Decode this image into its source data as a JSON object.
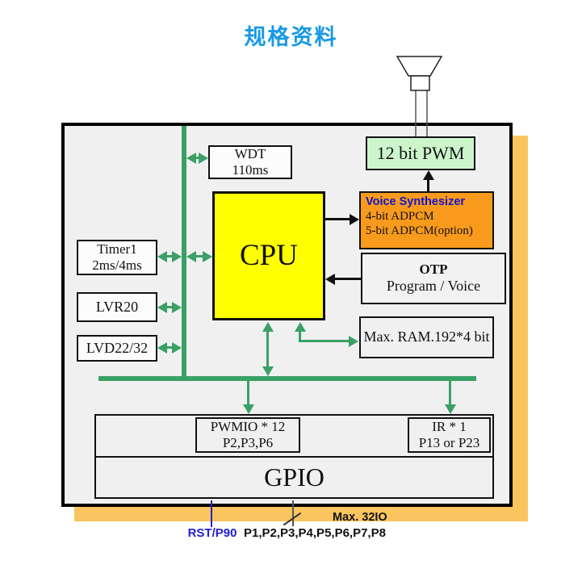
{
  "title": "规格资料",
  "colors": {
    "title_blue": "#1899E6",
    "bus_green": "#3AA065",
    "cpu_yellow": "#FFFF00",
    "pwm_green": "#CCF5CC",
    "voice_orange": "#F89A1C",
    "voice_title_blue": "#1414CC",
    "frame_shadow_orange": "#FAC55F",
    "frame_bg_gray": "#F0F0F0",
    "rst_blue": "#2020CC"
  },
  "blocks": {
    "wdt": {
      "line1": "WDT",
      "line2": "110ms"
    },
    "pwm": {
      "label": "12 bit PWM"
    },
    "cpu": {
      "label": "CPU"
    },
    "voice": {
      "title": "Voice Synthesizer",
      "line1": "4-bit ADPCM",
      "line2": "5-bit ADPCM(option)"
    },
    "otp": {
      "line1": "OTP",
      "line2": "Program / Voice"
    },
    "ram": {
      "label": "Max. RAM.192*4 bit"
    },
    "timer1": {
      "line1": "Timer1",
      "line2": "2ms/4ms"
    },
    "lvr": {
      "label": "LVR20"
    },
    "lvd": {
      "label": "LVD22/32"
    },
    "pwmio": {
      "line1": "PWMIO * 12",
      "line2": "P2,P3,P6"
    },
    "ir": {
      "line1": "IR * 1",
      "line2": "P13 or P23"
    },
    "gpio": {
      "label": "GPIO"
    }
  },
  "footer": {
    "rst": "RST/P90",
    "ports": "P1,P2,P3,P4,P5,P6,P7,P8",
    "max_io": "Max. 32IO"
  }
}
